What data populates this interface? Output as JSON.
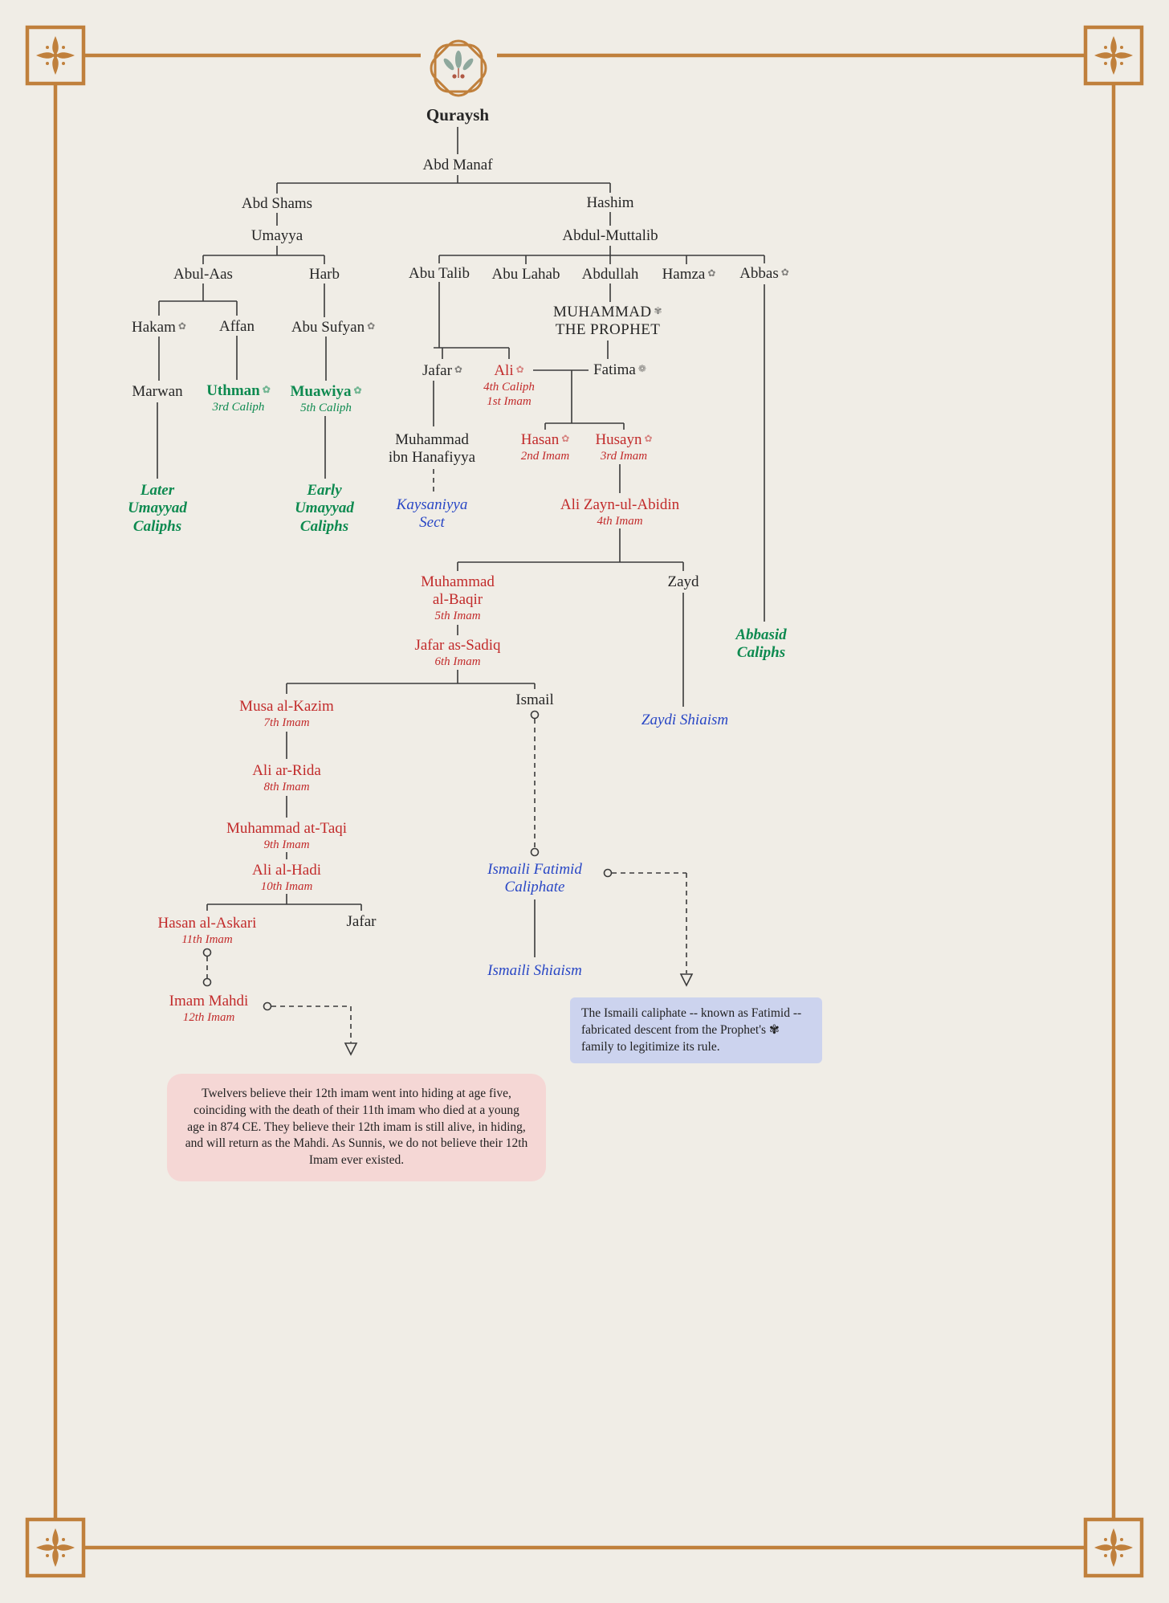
{
  "title": "Quraysh family tree",
  "colors": {
    "imam_red": "#c22b2b",
    "caliph_green": "#0e8a50",
    "sect_blue": "#2947c5",
    "border_orange": "#c0803c",
    "note_pink": "#f5d7d5",
    "note_lavender": "#ccd3ee",
    "paper": "#f0ede6",
    "line": "#3b3b3b"
  },
  "icons": {
    "honorific_companion": "✿",
    "honorific_prophet": "✾",
    "honorific_fatima": "❁"
  },
  "nodes": {
    "quraysh": {
      "label": "Quraysh"
    },
    "abd_manaf": {
      "label": "Abd Manaf"
    },
    "abd_shams": {
      "label": "Abd Shams"
    },
    "hashim": {
      "label": "Hashim"
    },
    "umayya": {
      "label": "Umayya"
    },
    "abdul_muttalib": {
      "label": "Abdul-Muttalib"
    },
    "abul_aas": {
      "label": "Abul-Aas"
    },
    "harb": {
      "label": "Harb"
    },
    "abu_talib": {
      "label": "Abu Talib"
    },
    "abu_lahab": {
      "label": "Abu Lahab"
    },
    "abdullah": {
      "label": "Abdullah"
    },
    "hamza": {
      "label": "Hamza"
    },
    "abbas": {
      "label": "Abbas"
    },
    "hakam": {
      "label": "Hakam"
    },
    "affan": {
      "label": "Affan"
    },
    "abu_sufyan": {
      "label": "Abu Sufyan"
    },
    "muhammad": {
      "line1": "MUHAMMAD",
      "line2": "THE PROPHET"
    },
    "jafar_abu_talib": {
      "label": "Jafar"
    },
    "ali": {
      "label": "Ali",
      "sub1": "4th Caliph",
      "sub2": "1st Imam"
    },
    "fatima": {
      "label": "Fatima"
    },
    "marwan": {
      "label": "Marwan"
    },
    "uthman": {
      "label": "Uthman",
      "sub": "3rd Caliph"
    },
    "muawiya": {
      "label": "Muawiya",
      "sub": "5th Caliph"
    },
    "m_ibn_hanafiyya": {
      "line1": "Muhammad",
      "line2": "ibn Hanafiyya"
    },
    "hasan": {
      "label": "Hasan",
      "sub": "2nd Imam"
    },
    "husayn": {
      "label": "Husayn",
      "sub": "3rd Imam"
    },
    "later_umayyad": {
      "label": "Later Umayyad Caliphs"
    },
    "early_umayyad": {
      "label": "Early Umayyad Caliphs"
    },
    "kaysaniyya": {
      "label": "Kaysaniyya Sect"
    },
    "ali_zayn": {
      "label": "Ali Zayn-ul-Abidin",
      "sub": "4th Imam"
    },
    "m_baqir": {
      "line1": "Muhammad",
      "line2": "al-Baqir",
      "sub": "5th Imam"
    },
    "zayd": {
      "label": "Zayd"
    },
    "jafar_sadiq": {
      "label": "Jafar as-Sadiq",
      "sub": "6th Imam"
    },
    "abbasid": {
      "label": "Abbasid Caliphs"
    },
    "musa_kazim": {
      "label": "Musa al-Kazim",
      "sub": "7th Imam"
    },
    "ismail": {
      "label": "Ismail"
    },
    "zaydi_shiaism": {
      "label": "Zaydi Shiaism"
    },
    "ali_rida": {
      "label": "Ali ar-Rida",
      "sub": "8th Imam"
    },
    "m_taqi": {
      "label": "Muhammad at-Taqi",
      "sub": "9th Imam"
    },
    "ali_hadi": {
      "label": "Ali al-Hadi",
      "sub": "10th Imam"
    },
    "hasan_askari": {
      "label": "Hasan al-Askari",
      "sub": "11th Imam"
    },
    "jafar_hadi": {
      "label": "Jafar"
    },
    "ismaili_fatimid": {
      "label": "Ismaili Fatimid Caliphate"
    },
    "imam_mahdi": {
      "label": "Imam Mahdi",
      "sub": "12th Imam"
    },
    "ismaili_shiaism": {
      "label": "Ismaili Shiaism"
    }
  },
  "notes": {
    "twelver": "Twelvers believe their 12th imam went into hiding at age five, coinciding with the death of their 11th imam who died at a young age in 874 CE. They believe their 12th imam is still alive, in hiding, and will return as the Mahdi. As Sunnis, we do not believe their 12th Imam ever existed.",
    "fatimid": "The Ismaili caliphate -- known as Fatimid -- fabricated descent from the Prophet's ✾ family to legitimize its rule."
  }
}
